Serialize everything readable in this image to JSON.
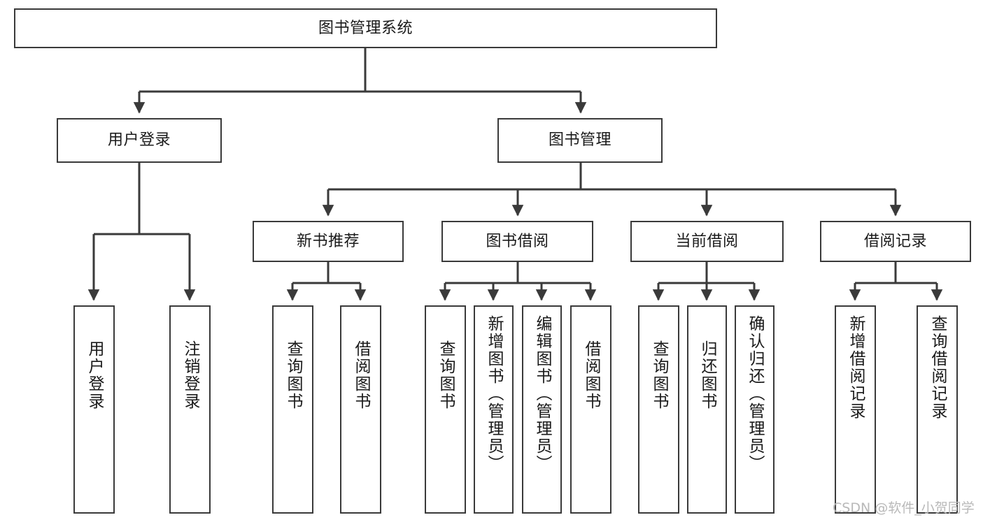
{
  "diagram": {
    "type": "tree-hierarchy",
    "title": "图书管理系统",
    "root": {
      "label": "图书管理系统",
      "id": "root"
    },
    "level1": [
      {
        "id": "user-login",
        "label": "用户登录"
      },
      {
        "id": "book-management",
        "label": "图书管理"
      }
    ],
    "level2": [
      {
        "id": "new-book-recommend",
        "label": "新书推荐",
        "parent": "book-management"
      },
      {
        "id": "book-borrow",
        "label": "图书借阅",
        "parent": "book-management"
      },
      {
        "id": "current-borrow",
        "label": "当前借阅",
        "parent": "book-management"
      },
      {
        "id": "borrow-record",
        "label": "借阅记录",
        "parent": "book-management"
      }
    ],
    "leaves": {
      "user_login": [
        {
          "id": "leaf-user-login",
          "label": "用户登录"
        },
        {
          "id": "leaf-logout-login",
          "label": "注销登录"
        }
      ],
      "new_book_recommend": [
        {
          "id": "leaf-query-book-1",
          "label": "查询图书"
        },
        {
          "id": "leaf-borrow-book-1",
          "label": "借阅图书"
        }
      ],
      "book_borrow": [
        {
          "id": "leaf-query-book-2",
          "label": "查询图书"
        },
        {
          "id": "leaf-add-book",
          "label": "新增图书（管理员）"
        },
        {
          "id": "leaf-edit-book",
          "label": "编辑图书（管理员）"
        },
        {
          "id": "leaf-borrow-book-2",
          "label": "借阅图书"
        }
      ],
      "current_borrow": [
        {
          "id": "leaf-query-book-3",
          "label": "查询图书"
        },
        {
          "id": "leaf-return-book",
          "label": "归还图书"
        },
        {
          "id": "leaf-confirm-return",
          "label": "确认归还（管理员）"
        }
      ],
      "borrow_record": [
        {
          "id": "leaf-add-record",
          "label": "新增借阅记录"
        },
        {
          "id": "leaf-query-record",
          "label": "查询借阅记录"
        }
      ]
    }
  },
  "watermark": {
    "text": "CSDN @软件_小贺同学"
  },
  "colors": {
    "stroke": "#3a3a3a",
    "background": "#ffffff",
    "text": "#1a1a1a",
    "watermark": "#b9b9b9"
  }
}
